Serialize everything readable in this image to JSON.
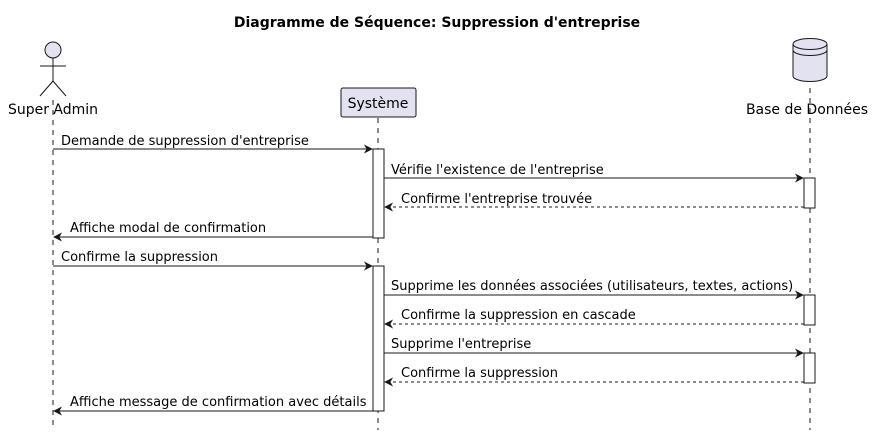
{
  "title": "Diagramme de Séquence: Suppression d'entreprise",
  "participants": {
    "admin": "Super Admin",
    "system": "Système",
    "db": "Base de Données"
  },
  "messages": [
    {
      "text": "Demande de suppression d'entreprise",
      "from": "admin",
      "to": "system",
      "type": "sync"
    },
    {
      "text": "Vérifie l'existence de l'entreprise",
      "from": "system",
      "to": "db",
      "type": "sync"
    },
    {
      "text": "Confirme l'entreprise trouvée",
      "from": "db",
      "to": "system",
      "type": "reply"
    },
    {
      "text": "Affiche modal de confirmation",
      "from": "system",
      "to": "admin",
      "type": "sync"
    },
    {
      "text": "Confirme la suppression",
      "from": "admin",
      "to": "system",
      "type": "sync"
    },
    {
      "text": "Supprime les données associées (utilisateurs, textes, actions)",
      "from": "system",
      "to": "db",
      "type": "sync"
    },
    {
      "text": "Confirme la suppression en cascade",
      "from": "db",
      "to": "system",
      "type": "reply"
    },
    {
      "text": "Supprime l'entreprise",
      "from": "system",
      "to": "db",
      "type": "sync"
    },
    {
      "text": "Confirme la suppression",
      "from": "db",
      "to": "system",
      "type": "reply"
    },
    {
      "text": "Affiche message de confirmation avec détails",
      "from": "system",
      "to": "admin",
      "type": "sync"
    }
  ],
  "colors": {
    "participant_fill": "#E2E2F0",
    "participant_stroke": "#181818",
    "lifeline": "#181818",
    "activation_fill": "#ffffff"
  }
}
